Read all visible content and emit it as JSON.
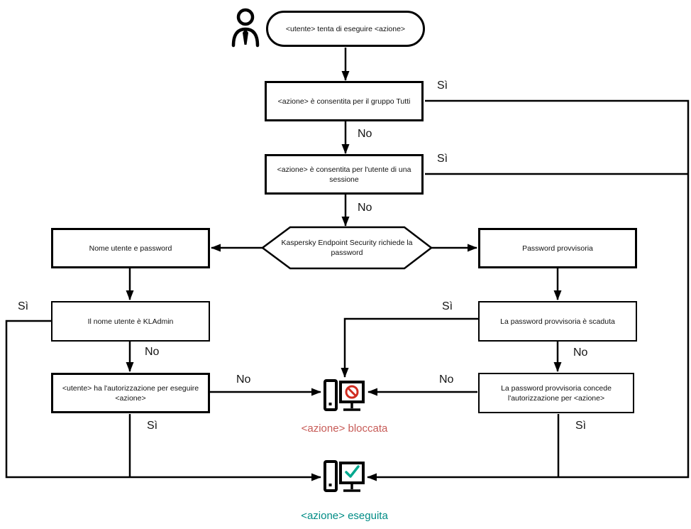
{
  "labels": {
    "yes": "Sì",
    "no": "No"
  },
  "nodes": {
    "start": "<utente> tenta di eseguire <azione>",
    "group_check": "<azione> è consentita per il gruppo Tutti",
    "session_check": "<azione> è consentita per l'utente di una sessione",
    "kes_prompt": "Kaspersky Endpoint Security richiede la password",
    "username_password": "Nome utente e password",
    "temp_password": "Password provvisoria",
    "kladmin_check": "Il nome utente è KLAdmin",
    "temp_expired": "La password provvisoria è scaduta",
    "user_authorized": "<utente> ha l'autorizzazione per eseguire <azione>",
    "temp_grants": "La password provvisoria concede l'autorizzazione per <azione>"
  },
  "outcomes": {
    "blocked": "<azione> bloccata",
    "executed": "<azione> eseguita"
  },
  "icons": {
    "person": "person-icon",
    "blocked": "computer-blocked-icon",
    "executed": "computer-check-icon"
  },
  "colors": {
    "line": "#000000",
    "blocked_text": "#c75b57",
    "executed_text": "#008c85",
    "prohibit": "#d02b20",
    "check": "#00a88e"
  }
}
